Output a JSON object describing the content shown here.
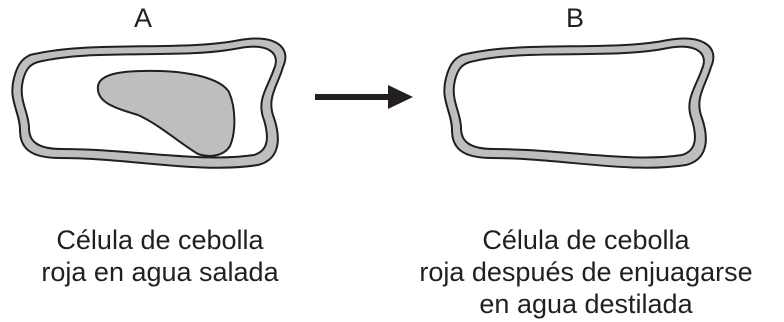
{
  "panel_a": {
    "letter": "A",
    "caption_lines": [
      "Célula de cebolla",
      "roja en agua salada"
    ]
  },
  "panel_b": {
    "letter": "B",
    "caption_lines": [
      "Célula de cebolla",
      "roja después de enjuagarse",
      "en agua destilada"
    ]
  },
  "colors": {
    "outline": "#231f20",
    "membrane_fill": "#bcbec0",
    "vacuole_fill": "#bcbec0",
    "cell_interior": "#ffffff"
  }
}
